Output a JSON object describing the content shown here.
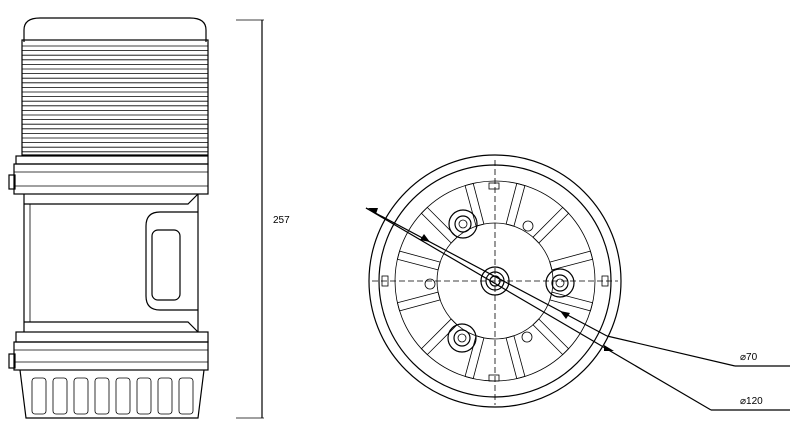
{
  "dimensions": {
    "height": "257",
    "inner_diameter": "⌀70",
    "outer_diameter": "⌀120"
  },
  "colors": {
    "line": "#000000",
    "background": "#ffffff"
  }
}
